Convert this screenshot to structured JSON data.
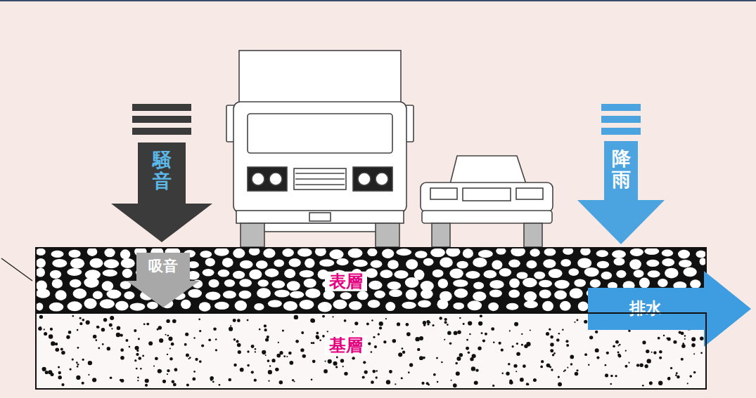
{
  "diagram": {
    "nodes": [
      {
        "text": [
          "騒音"
        ]
      },
      {
        "text": [
          "降雨"
        ]
      },
      {
        "text": [
          "表層"
        ]
      },
      {
        "text": [
          "吸音"
        ],
        "in": 2
      },
      {
        "text": [
          "排水"
        ]
      },
      {
        "text": [
          "基層"
        ]
      }
    ]
  }
}
